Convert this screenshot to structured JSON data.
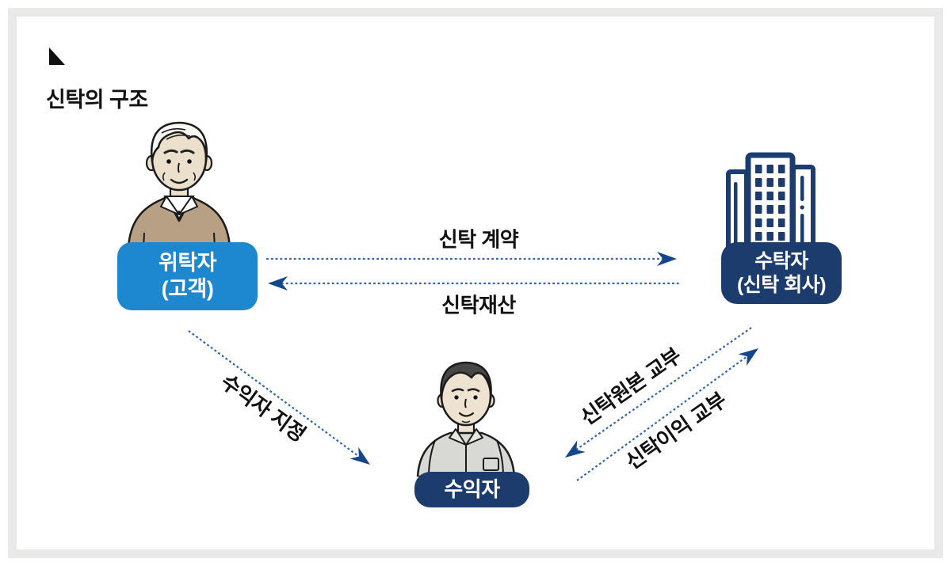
{
  "page": {
    "title": "신탁의 구조"
  },
  "nodes": {
    "trustor": {
      "label_line1": "위탁자",
      "label_line2": "(고객)",
      "color": "#1d87cf",
      "illustration": "elderly-man"
    },
    "trustee": {
      "label_line1": "수탁자",
      "label_line2": "(신탁 회사)",
      "color": "#1d3c6e",
      "illustration": "office-building"
    },
    "beneficiary": {
      "label": "수익자",
      "color": "#1d3c6e",
      "illustration": "young-man"
    }
  },
  "arrows": [
    {
      "id": "trust-contract",
      "label": "신탁 계약",
      "from": "trustor",
      "to": "trustee",
      "style": "dotted"
    },
    {
      "id": "trust-property",
      "label": "신탁재산",
      "from": "trustee",
      "to": "trustor",
      "style": "dotted"
    },
    {
      "id": "beneficiary-designation",
      "label": "수익자 지정",
      "from": "trustor",
      "to": "beneficiary",
      "style": "dotted"
    },
    {
      "id": "trust-principal-delivery",
      "label": "신탁원본 교부",
      "from": "trustee",
      "to": "beneficiary",
      "style": "dotted"
    },
    {
      "id": "trust-profit-delivery",
      "label": "신탁이익 교부",
      "from": "beneficiary",
      "to": "trustee",
      "style": "dotted"
    }
  ],
  "colors": {
    "arrow_line": "#3263af",
    "arrow_head": "#14468b",
    "marker": "#111111",
    "frame": "#e9e9e7"
  }
}
